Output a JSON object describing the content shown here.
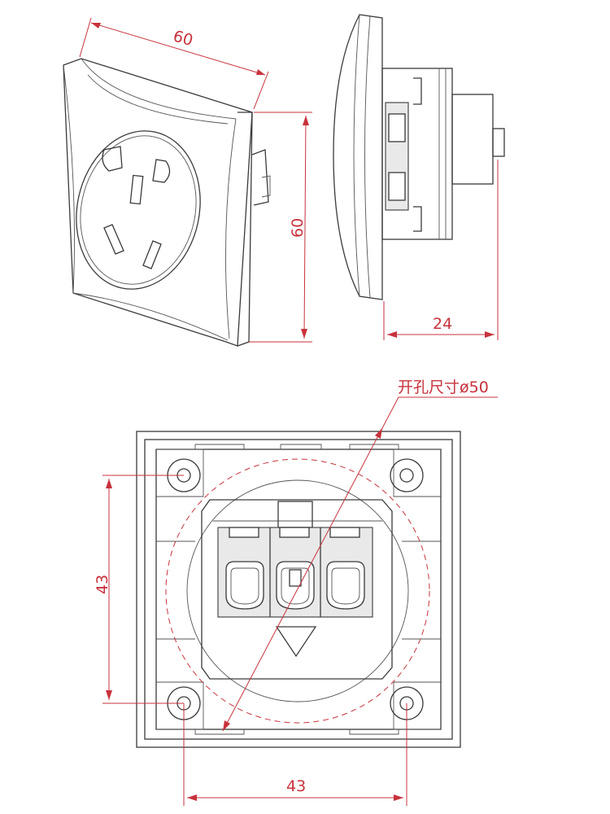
{
  "dimensions": {
    "front_width": "60",
    "front_height": "60",
    "side_depth": "24",
    "hole_spacing_vertical": "43",
    "hole_spacing_horizontal": "43"
  },
  "notes": {
    "cutout_size": "开孔尺寸ø50"
  },
  "colors": {
    "outline": "#3a3a3a",
    "dimension": "#c8323c"
  }
}
